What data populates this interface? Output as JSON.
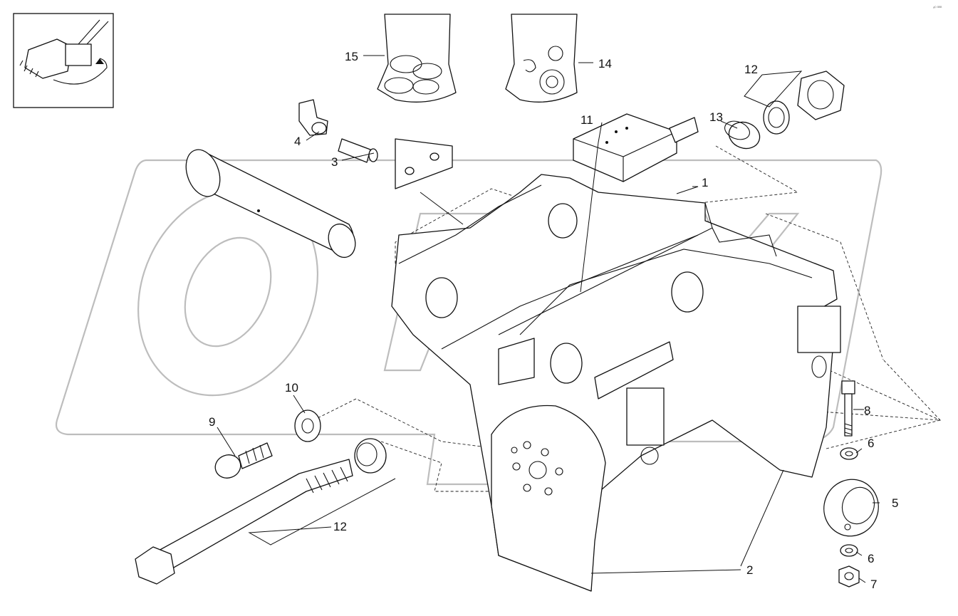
{
  "corner_text": "ᴀᴰ ᴮᴮᴮ",
  "callouts": [
    "1",
    "2",
    "3",
    "4",
    "5",
    "6",
    "6",
    "7",
    "8",
    "9",
    "10",
    "11",
    "12",
    "12",
    "13",
    "14",
    "15"
  ],
  "colors": {
    "line": "#111111",
    "watermark": "#bdbdbd",
    "background": "#ffffff"
  }
}
